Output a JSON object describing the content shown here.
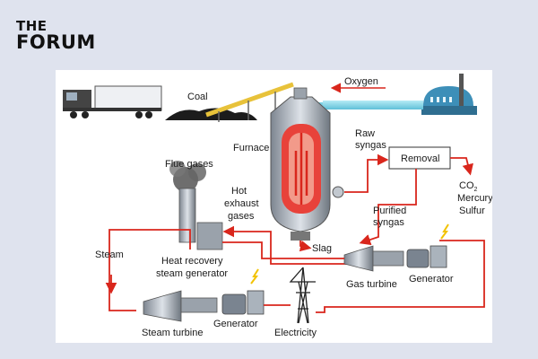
{
  "brand": {
    "line1": "THE",
    "line2": "FORUM"
  },
  "labels": {
    "coal": "Coal",
    "oxygen": "Oxygen",
    "furnace": "Furnace",
    "raw_syngas_1": "Raw",
    "raw_syngas_2": "syngas",
    "removal": "Removal",
    "co2": "CO",
    "co2_sub": "2",
    "mercury": "Mercury",
    "sulfur": "Sulfur",
    "flue_gases": "Flue gases",
    "hot_exhaust_1": "Hot",
    "hot_exhaust_2": "exhaust",
    "hot_exhaust_3": "gases",
    "purified_1": "Purified",
    "purified_2": "syngas",
    "slag": "Slag",
    "steam": "Steam",
    "hrsg_1": "Heat recovery",
    "hrsg_2": "steam generator",
    "gas_turbine": "Gas turbine",
    "generator_right": "Generator",
    "steam_turbine": "Steam turbine",
    "generator_left": "Generator",
    "electricity": "Electricity"
  },
  "colors": {
    "flow_red": "#d9261c",
    "oxygen_blue": "#7fd3e6",
    "conveyor_yellow": "#e8c23a",
    "spark_yellow": "#f2c200"
  },
  "icons": [
    "truck-icon",
    "coal-pile-icon",
    "oxygen-plant-icon",
    "gasifier-icon",
    "smokestack-icon",
    "turbine-icon",
    "generator-icon",
    "pylon-icon",
    "spark-icon"
  ]
}
